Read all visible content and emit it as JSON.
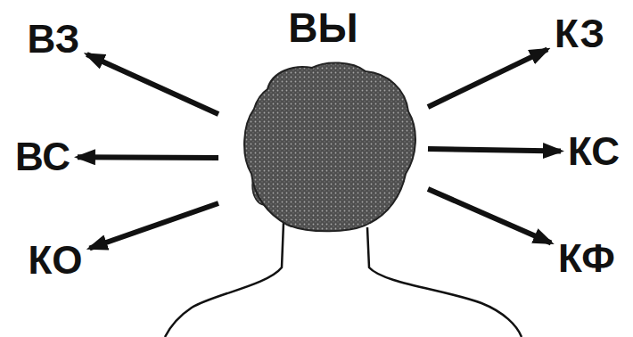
{
  "diagram": {
    "nodes": [
      {
        "text": [
          "ВЫ"
        ]
      },
      {
        "text": [
          "ВЗ"
        ]
      },
      {
        "text": [
          "ВС"
        ]
      },
      {
        "text": [
          "КО"
        ]
      },
      {
        "text": [
          "КЗ"
        ]
      },
      {
        "text": [
          "КС"
        ]
      },
      {
        "text": [
          "КФ"
        ]
      }
    ],
    "edges": [
      {
        "from": 0,
        "to": 1,
        "arrow": "to"
      },
      {
        "from": 0,
        "to": 2,
        "arrow": "to"
      },
      {
        "from": 0,
        "to": 3,
        "arrow": "to"
      },
      {
        "from": 0,
        "to": 4,
        "arrow": "to"
      },
      {
        "from": 0,
        "to": 5,
        "arrow": "to"
      },
      {
        "from": 0,
        "to": 6,
        "arrow": "to"
      }
    ]
  }
}
